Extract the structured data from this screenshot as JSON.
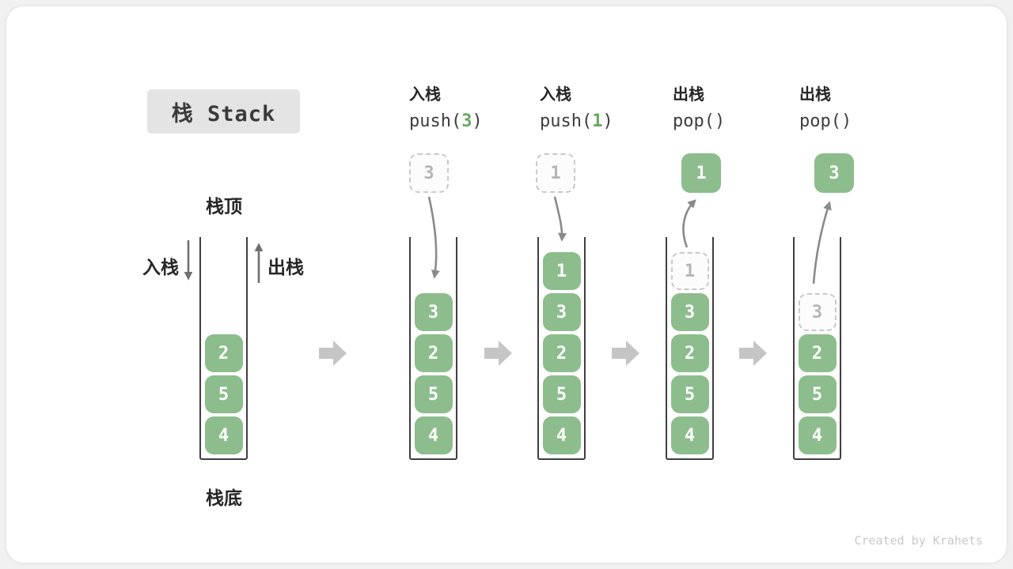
{
  "title": {
    "text": "栈 Stack"
  },
  "watermark": "Created by Krahets",
  "colors": {
    "block_green": "#8dbd8d",
    "code_arg_green": "#67a85e",
    "flow_arrow_gray": "#8a8a8a",
    "direction_arrow_gray": "#707070",
    "step_arrow_gray": "#c5c5c5",
    "title_box_bg": "#e4e4e4",
    "dashed_border": "#c9c9c9"
  },
  "initial_stack": {
    "top_label": "栈顶",
    "bottom_label": "栈底",
    "push_label": "入栈",
    "pop_label": "出栈",
    "blocks": [
      {
        "value": "2",
        "style": "solid"
      },
      {
        "value": "5",
        "style": "solid"
      },
      {
        "value": "4",
        "style": "solid"
      }
    ]
  },
  "operations": [
    {
      "name": "push-3",
      "label": "入栈",
      "code": [
        {
          "text": "push(",
          "color": "dark"
        },
        {
          "text": "3",
          "color": "green"
        },
        {
          "text": ")",
          "color": "dark"
        }
      ],
      "floating_box": {
        "value": "3",
        "style": "dashed"
      },
      "stack": [
        {
          "value": "3",
          "style": "solid"
        },
        {
          "value": "2",
          "style": "solid"
        },
        {
          "value": "5",
          "style": "solid"
        },
        {
          "value": "4",
          "style": "solid"
        }
      ]
    },
    {
      "name": "push-1",
      "label": "入栈",
      "code": [
        {
          "text": "push(",
          "color": "dark"
        },
        {
          "text": "1",
          "color": "green"
        },
        {
          "text": ")",
          "color": "dark"
        }
      ],
      "floating_box": {
        "value": "1",
        "style": "dashed"
      },
      "stack": [
        {
          "value": "1",
          "style": "solid"
        },
        {
          "value": "3",
          "style": "solid"
        },
        {
          "value": "2",
          "style": "solid"
        },
        {
          "value": "5",
          "style": "solid"
        },
        {
          "value": "4",
          "style": "solid"
        }
      ]
    },
    {
      "name": "pop-1",
      "label": "出栈",
      "code": [
        {
          "text": "pop()",
          "color": "dark"
        }
      ],
      "floating_box": {
        "value": "1",
        "style": "solid"
      },
      "stack": [
        {
          "value": "1",
          "style": "dashed"
        },
        {
          "value": "3",
          "style": "solid"
        },
        {
          "value": "2",
          "style": "solid"
        },
        {
          "value": "5",
          "style": "solid"
        },
        {
          "value": "4",
          "style": "solid"
        }
      ]
    },
    {
      "name": "pop-3",
      "label": "出栈",
      "code": [
        {
          "text": "pop()",
          "color": "dark"
        }
      ],
      "floating_box": {
        "value": "3",
        "style": "solid"
      },
      "stack": [
        {
          "value": "3",
          "style": "dashed"
        },
        {
          "value": "2",
          "style": "solid"
        },
        {
          "value": "5",
          "style": "solid"
        },
        {
          "value": "4",
          "style": "solid"
        }
      ]
    }
  ]
}
